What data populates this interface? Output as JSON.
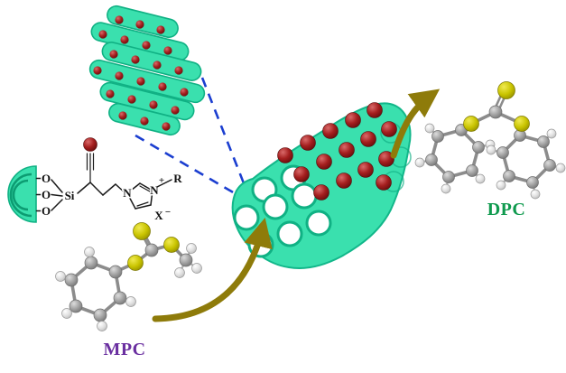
{
  "figure": {
    "labels": {
      "mpc": "MPC",
      "dpc": "DPC"
    },
    "chemistry": {
      "o1": "O",
      "o2": "O",
      "o3": "O",
      "si": "Si",
      "n1": "N",
      "n2": "N",
      "plus": "+",
      "r_group": "R",
      "counterion": "X",
      "counterion_charge": "−"
    },
    "colors": {
      "silica_teal": "#3ae0ae",
      "silica_edge": "#10b184",
      "guest_sphere_red": "#8a1a1a",
      "arrow_olive": "#8e7b0a",
      "zoom_dash_blue": "#1b3ed0",
      "mpc_label_purple": "#6a2fa0",
      "dpc_label_green": "#0f9a4e",
      "sulfur_yellow": "#c9c400",
      "carbon_gray": "#9b9b9b",
      "hydrogen_white": "#ececec"
    }
  }
}
